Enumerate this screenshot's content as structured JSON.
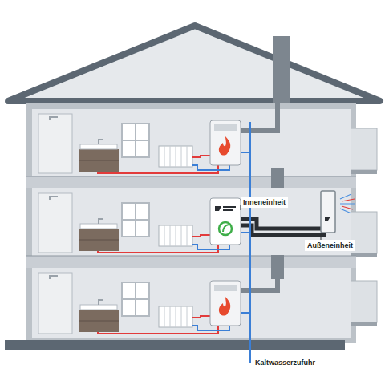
{
  "diagram": {
    "labels": [
      "Inneneinheit",
      "Außeneinheit",
      "Kaltwasserzufuhr"
    ]
  }
}
